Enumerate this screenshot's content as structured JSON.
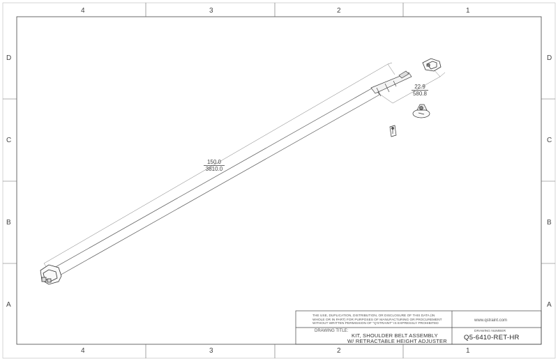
{
  "border": {
    "columns_top": [
      "4",
      "3",
      "2",
      "1"
    ],
    "columns_bottom": [
      "4",
      "3",
      "2",
      "1"
    ],
    "rows_left": [
      "D",
      "C",
      "B",
      "A"
    ],
    "rows_right": [
      "D",
      "C",
      "B",
      "A"
    ]
  },
  "dimensions": {
    "overall": {
      "inches": "150.0",
      "mm": "3810.0"
    },
    "adjuster": {
      "inches": "22.9",
      "mm": "580.8"
    }
  },
  "title_block": {
    "disclaimer": [
      "THE USE, DUPLICATION, DISTRIBUTION, OR DISCLOSURE OF THIS DATA (IN",
      "WHOLE OR IN PART) FOR PURPOSES OF MANUFACTURING OR PROCUREMENT",
      "WITHOUT WRITTEN PERMISSION OF \"Q'STRAINT\" IS EXPRESSLY PROHIBITED"
    ],
    "drawing_title_label": "DRAWING TITLE:",
    "title_line1": "KIT, SHOULDER BELT ASSEMBLY",
    "title_line2": "W/ RETRACTABLE HEIGHT ADJUSTER",
    "website": "www.qstraint.com",
    "drawing_number_label": "DRAWING NUMBER",
    "drawing_number": "Q5-6410-RET-HR"
  }
}
